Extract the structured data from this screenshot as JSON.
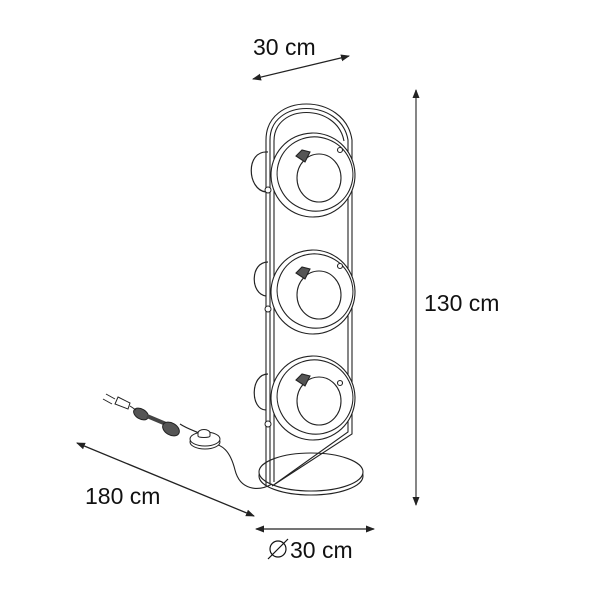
{
  "diagram": {
    "type": "product-dimension-drawing",
    "subject": "floor lamp with three adjustable spot shades on oval frame, round base, cord with foot switch and plug",
    "colors": {
      "background": "#ffffff",
      "line": "#222222",
      "text": "#111111",
      "cord_bundle": "#444444"
    },
    "dimensions": {
      "depth": {
        "label": "30 cm",
        "value": 30,
        "unit": "cm"
      },
      "height": {
        "label": "130 cm",
        "value": 130,
        "unit": "cm"
      },
      "cord_length": {
        "label": "180 cm",
        "value": 180,
        "unit": "cm"
      },
      "base_diameter": {
        "symbol": "⌀",
        "label": "30 cm",
        "value": 30,
        "unit": "cm"
      }
    },
    "components": [
      {
        "name": "oval-frame"
      },
      {
        "name": "shade",
        "position": "top"
      },
      {
        "name": "shade",
        "position": "middle"
      },
      {
        "name": "shade",
        "position": "bottom"
      },
      {
        "name": "round-base"
      },
      {
        "name": "foot-switch"
      },
      {
        "name": "coiled-cord"
      },
      {
        "name": "plug"
      }
    ]
  }
}
